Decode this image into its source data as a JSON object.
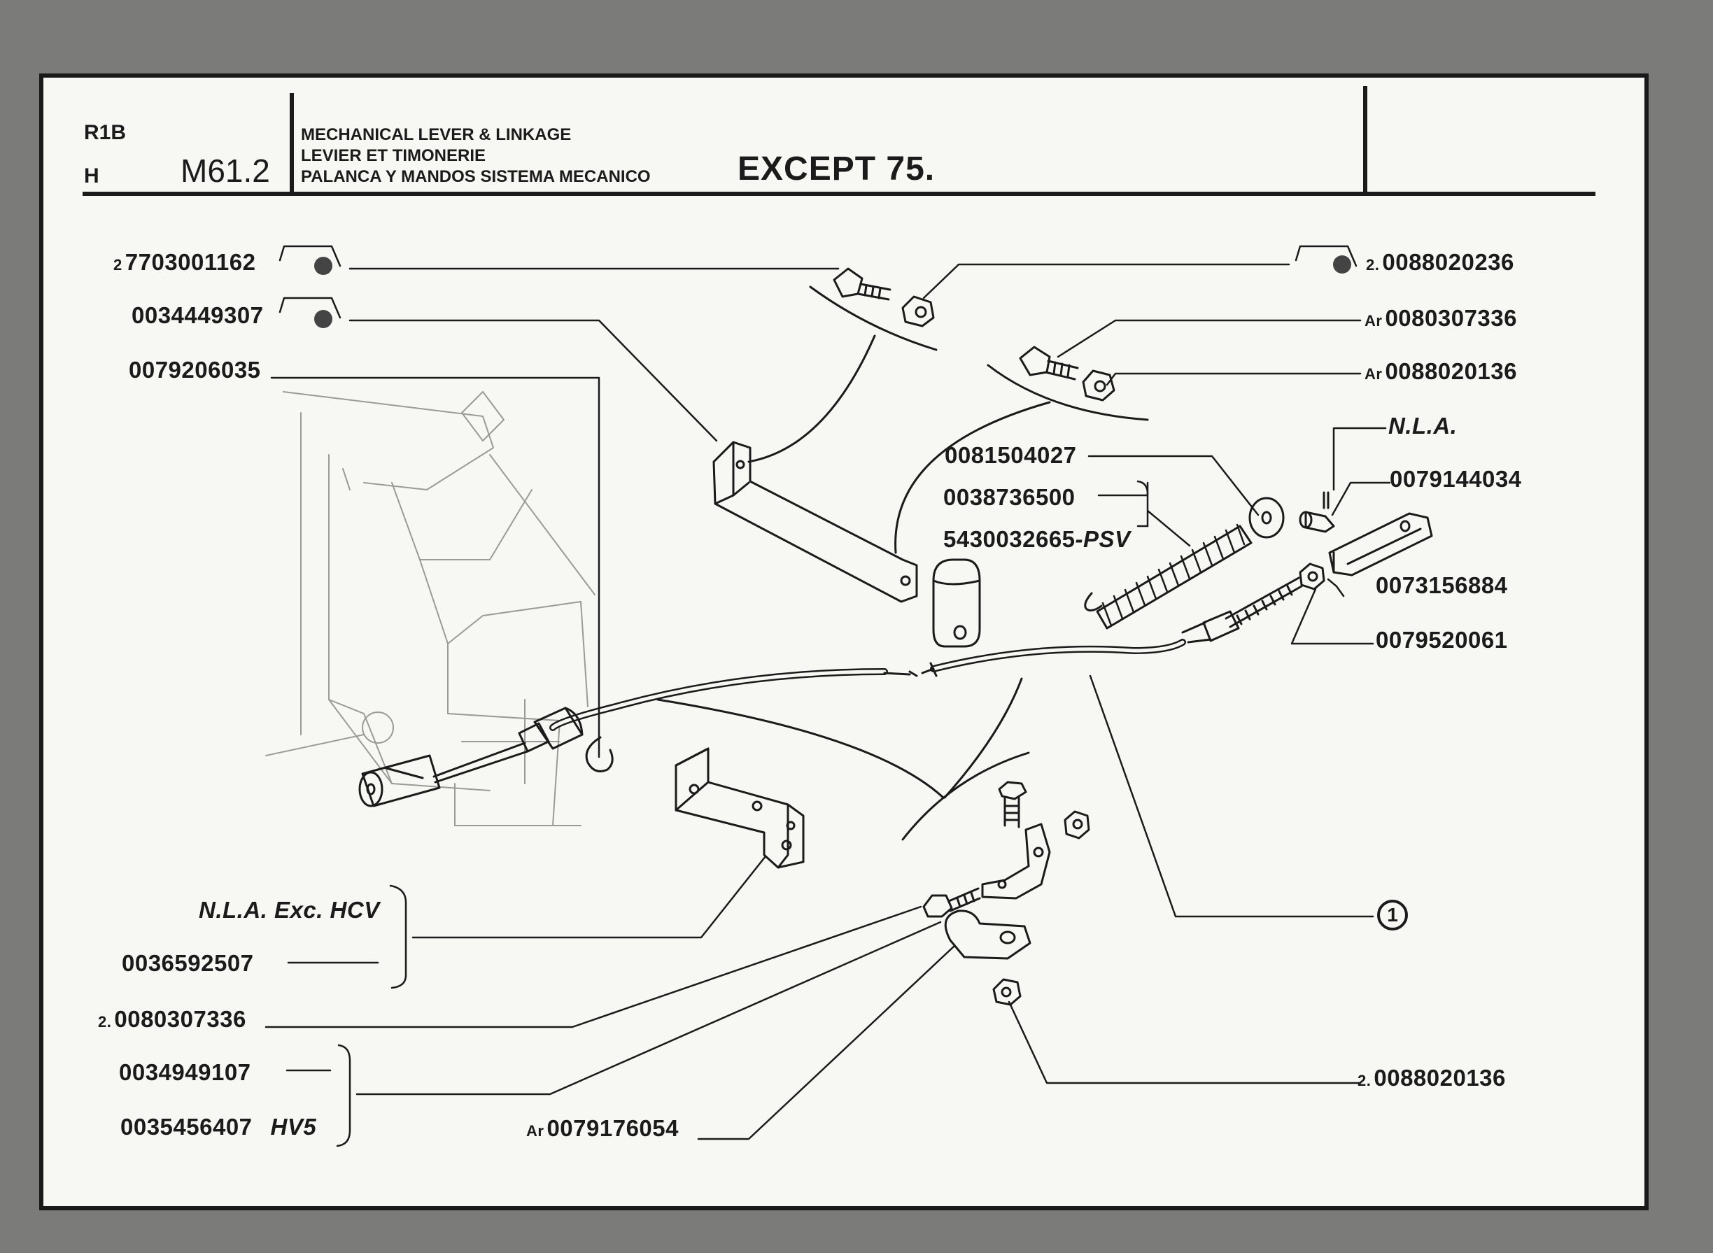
{
  "header": {
    "group": "R1B",
    "variant": "H",
    "section_code": "M61.2",
    "title_en": "MECHANICAL LEVER & LINKAGE",
    "title_fr": "LEVIER ET TIMONERIE",
    "title_es": "PALANCA Y MANDOS SISTEMA MECANICO",
    "applicability": "EXCEPT 75."
  },
  "parts": {
    "p1": {
      "qty": "2",
      "number": "7703001162"
    },
    "p2": {
      "number": "0034449307"
    },
    "p3": {
      "number": "0079206035"
    },
    "p4": {
      "qty": "2.",
      "number": "0088020236"
    },
    "p5": {
      "qty": "Ar",
      "number": "0080307336"
    },
    "p6": {
      "qty": "Ar",
      "number": "0088020136"
    },
    "p7": {
      "note": "N.L.A."
    },
    "p8": {
      "number": "0079144034"
    },
    "p9": {
      "number": "0081504027"
    },
    "p10": {
      "number": "0038736500"
    },
    "p11": {
      "number": "5430032665",
      "suffix": "-PSV"
    },
    "p12": {
      "number": "0073156884"
    },
    "p13": {
      "number": "0079520061"
    },
    "p14": {
      "note": "N.L.A.  Exc. HCV"
    },
    "p15": {
      "number": "0036592507"
    },
    "p16": {
      "qty": "2.",
      "number": "0080307336"
    },
    "p17": {
      "number": "0034949107"
    },
    "p18": {
      "number": "0035456407",
      "suffix": "HV5"
    },
    "p19": {
      "qty": "Ar",
      "number": "0079176054"
    },
    "p20": {
      "qty": "2.",
      "number": "0088020136"
    },
    "callout": "1"
  }
}
